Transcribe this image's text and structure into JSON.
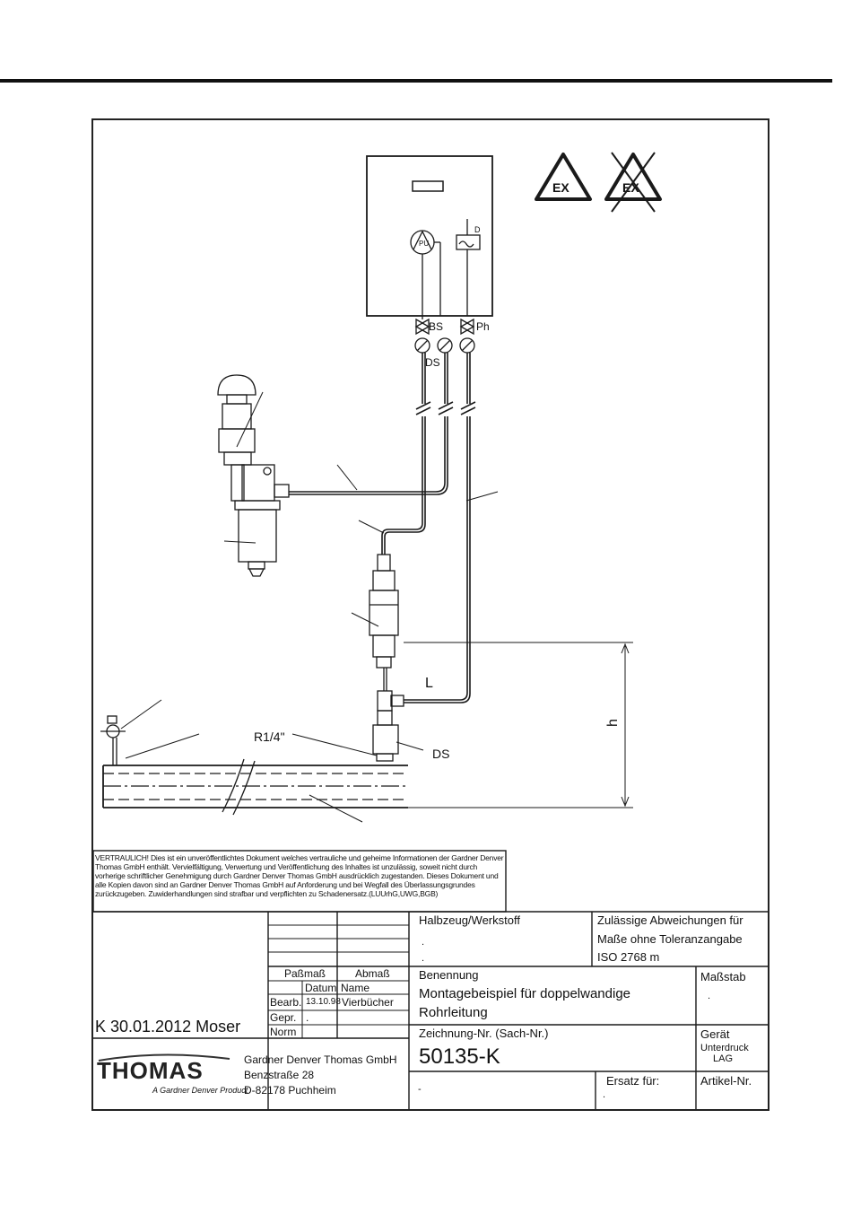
{
  "diagram": {
    "labels": {
      "bs": "BS",
      "ph": "Ph",
      "ds_top": "DS",
      "d": "D",
      "pu": "PU",
      "thread": "R1/4\"",
      "ds_bottom": "DS",
      "l": "L",
      "h": "h",
      "ex_sign": "EX",
      "ex_sign_crossed": "EX"
    }
  },
  "confidential_note": "VERTRAULICH! Dies ist ein unveröffentlichtes Dokument welches vertrauliche und geheime Informationen der Gardner Denver Thomas GmbH enthält. Vervielfältigung, Verwertung und Veröffentlichung des Inhaltes ist unzulässig, soweit nicht durch vorherige schriftlicher Genehmigung durch Gardner Denver Thomas GmbH ausdrücklich zugestanden. Dieses Dokument und alle Kopien davon sind an Gardner Denver Thomas GmbH auf Anforderung und bei Wegfall des Überlassungsgrundes zurückzugeben. Zuwiderhandlungen sind strafbar und verpflichten zu Schadenersatz.(LUUrhG,UWG,BGB)",
  "title_block": {
    "halbzeug_label": "Halbzeug/Werkstoff",
    "halbzeug_dot1": ".",
    "halbzeug_dot2": ".",
    "tolerance_line1": "Zulässige Abweichungen für",
    "tolerance_line2": "Maße ohne Toleranzangabe",
    "tolerance_line3": "ISO 2768 m",
    "passmass": "Paßmaß",
    "abmass": "Abmaß",
    "datum": "Datum",
    "name": "Name",
    "bearb": "Bearb.",
    "bearb_date": "13.10.98",
    "bearb_name": "Vierbücher",
    "gepr": "Gepr.",
    "gepr_dot": ".",
    "norm": "Norm",
    "revision": "K  30.01.2012  Moser",
    "benennung_label": "Benennung",
    "benennung_line1": "Montagebeispiel für doppelwandige",
    "benennung_line2": "Rohrleitung",
    "massstab_label": "Maßstab",
    "massstab_value": ".",
    "zeichnung_label": "Zeichnung-Nr. (Sach-Nr.)",
    "zeichnung_value": "50135-K",
    "geraet_label": "Gerät",
    "geraet_line1": "Unterdruck",
    "geraet_line2": "LAG",
    "ersatz_label": "Ersatz für:",
    "ersatz_dot": ".",
    "dash": "-",
    "artikel_label": "Artikel-Nr.",
    "company_line1": "Gardner Denver Thomas GmbH",
    "company_line2": "Benzstraße 28",
    "company_line3": "D-82178 Puchheim",
    "logo": "THOMAS",
    "logo_sub": "A Gardner Denver Product"
  }
}
